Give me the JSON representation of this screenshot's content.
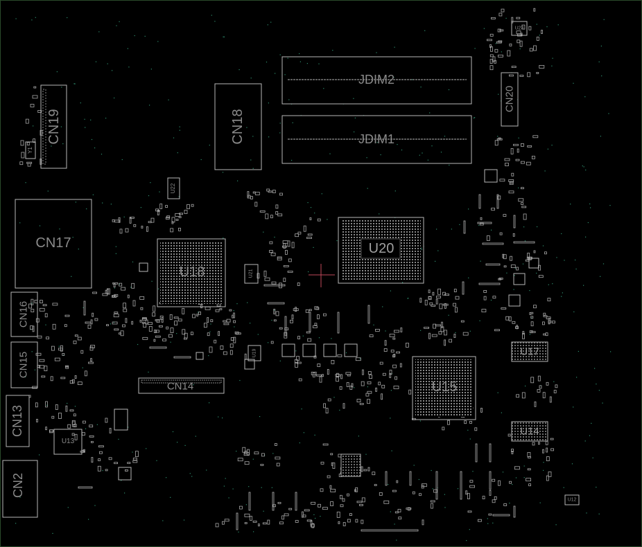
{
  "title": "",
  "colors": {
    "background": "#000000",
    "outline": "#b8b8b8",
    "label": "#8a8a8a",
    "via": "#2f8f6f",
    "cursor": "#c0485a"
  },
  "labels": {
    "jdim2": "JDIM2",
    "jdim1": "JDIM1",
    "cn18": "CN18",
    "cn19": "CN19",
    "cn20": "CN20",
    "cn17": "CN17",
    "u18": "U18",
    "u20": "U20",
    "u15": "U15",
    "u17": "U17",
    "u14": "U14",
    "cn16": "CN16",
    "cn15": "CN15",
    "cn14": "CN14",
    "cn13": "CN13",
    "u13": "U13",
    "cn2": "CN2",
    "u22": "U22",
    "u23": "U23",
    "u21": "U21",
    "u12": "U12",
    "y1": "Y1",
    "u19": "U19"
  }
}
